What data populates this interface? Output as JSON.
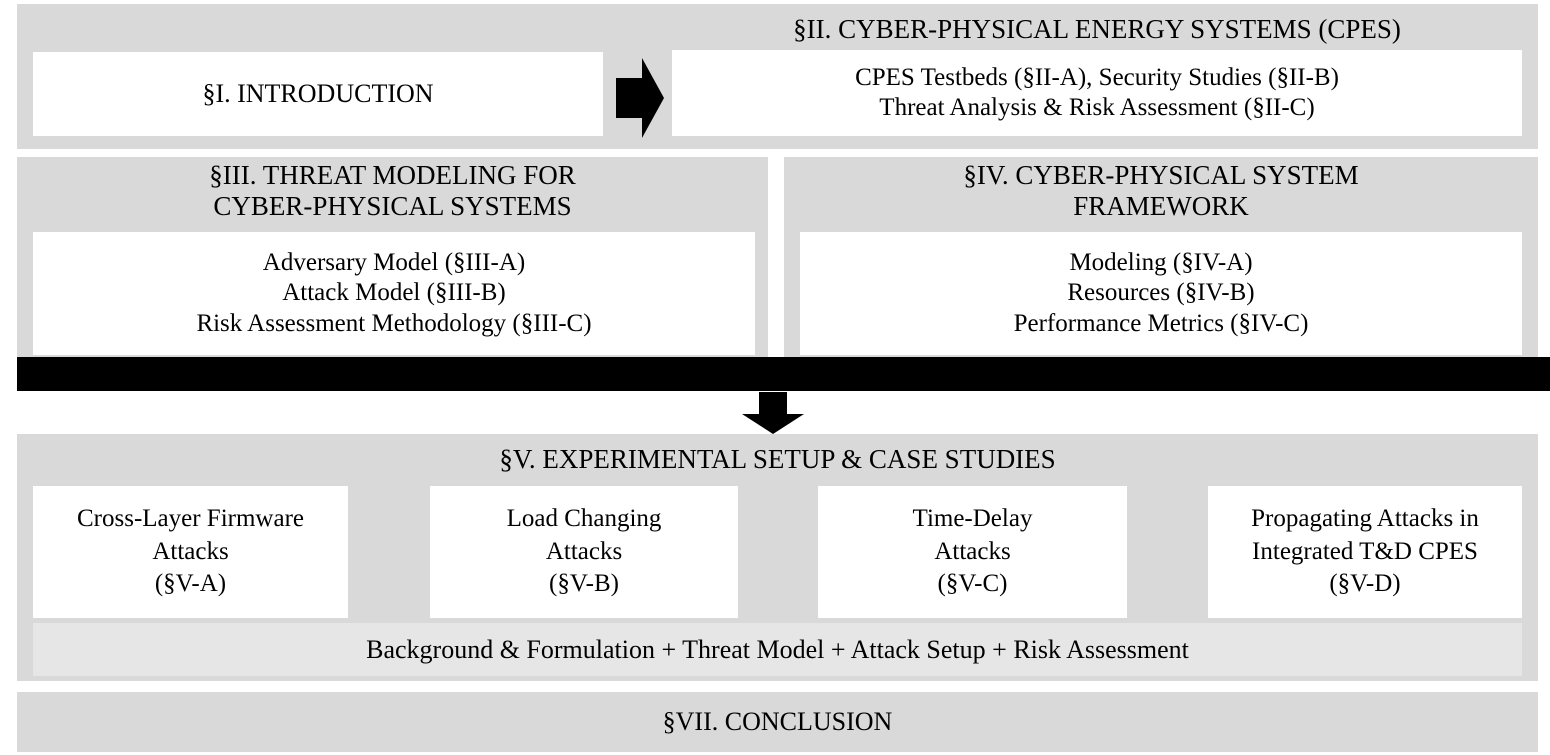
{
  "figure": {
    "type": "paper-organization-flowchart",
    "colors": {
      "panel_gray": "#d9d9d9",
      "inner_white": "#ffffff",
      "summary_bar_gray": "#e6e6e6",
      "divider_black": "#000000",
      "text": "#000000"
    }
  },
  "sections": {
    "intro": {
      "label": "§I. INTRODUCTION"
    },
    "cpes": {
      "title": "§II. CYBER-PHYSICAL ENERGY SYSTEMS (CPES)",
      "lines": [
        "CPES Testbeds (§II-A), Security Studies (§II-B)",
        "Threat Analysis & Risk Assessment (§II-C)"
      ]
    },
    "threat_modeling": {
      "title_lines": [
        "§III. THREAT MODELING FOR",
        "CYBER-PHYSICAL SYSTEMS"
      ],
      "lines": [
        "Adversary Model (§III-A)",
        "Attack Model (§III-B)",
        "Risk Assessment Methodology (§III-C)"
      ]
    },
    "cps_framework": {
      "title_lines": [
        "§IV. CYBER-PHYSICAL SYSTEM",
        "FRAMEWORK"
      ],
      "lines": [
        "Modeling (§IV-A)",
        "Resources (§IV-B)",
        "Performance Metrics (§IV-C)"
      ]
    },
    "experimental": {
      "title": "§V. EXPERIMENTAL SETUP & CASE STUDIES",
      "case_studies": [
        {
          "lines": [
            "Cross-Layer Firmware",
            "Attacks",
            "(§V-A)"
          ]
        },
        {
          "lines": [
            "Load Changing",
            "Attacks",
            "(§V-B)"
          ]
        },
        {
          "lines": [
            "Time-Delay",
            "Attacks",
            "(§V-C)"
          ]
        },
        {
          "lines": [
            "Propagating Attacks in",
            "Integrated T&D CPES",
            "(§V-D)"
          ]
        }
      ],
      "summary_bar": "Background & Formulation + Threat Model + Attack Setup + Risk Assessment"
    },
    "conclusion": {
      "label": "§VII. CONCLUSION"
    }
  },
  "connectors": {
    "intro_to_cpes": "arrow-right",
    "divider": "black-bar",
    "divider_to_experimental": "arrow-down"
  }
}
